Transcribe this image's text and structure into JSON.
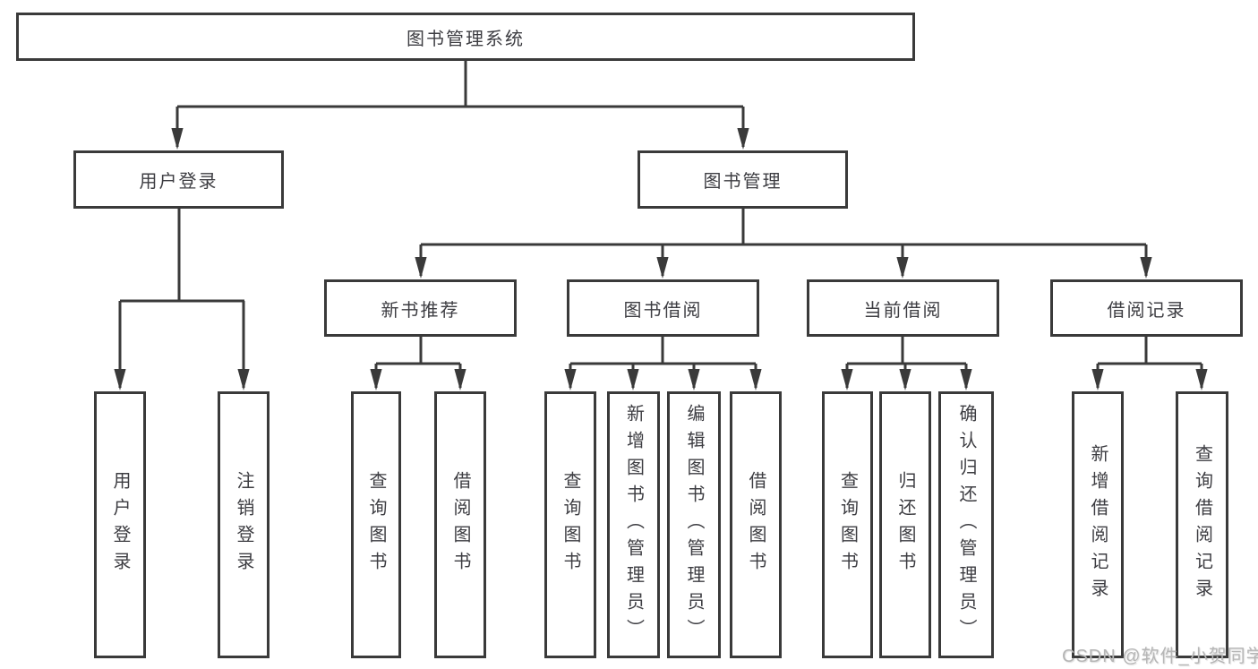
{
  "colors": {
    "line": "#3a3a3a",
    "box_border": "#3a3a3a",
    "text": "#3d3d42",
    "watermark": "#b6b6b6",
    "background": "#ffffff"
  },
  "watermark": {
    "text": "CSDN @软件_小贺同学"
  },
  "nodes": {
    "root": {
      "label": "图书管理系统"
    },
    "branches": [
      {
        "label": "用户登录",
        "children": [
          {
            "label": "用户登录"
          },
          {
            "label": "注销登录"
          }
        ]
      },
      {
        "label": "图书管理",
        "children": [
          {
            "label": "新书推荐",
            "children": [
              {
                "label": "查询图书"
              },
              {
                "label": "借阅图书"
              }
            ]
          },
          {
            "label": "图书借阅",
            "children": [
              {
                "label": "查询图书"
              },
              {
                "label": "新增图书（管理员）"
              },
              {
                "label": "编辑图书（管理员）"
              },
              {
                "label": "借阅图书"
              }
            ]
          },
          {
            "label": "当前借阅",
            "children": [
              {
                "label": "查询图书"
              },
              {
                "label": "归还图书"
              },
              {
                "label": "确认归还（管理员）"
              }
            ]
          },
          {
            "label": "借阅记录",
            "children": [
              {
                "label": "新增借阅记录"
              },
              {
                "label": "查询借阅记录"
              }
            ]
          }
        ]
      }
    ]
  }
}
